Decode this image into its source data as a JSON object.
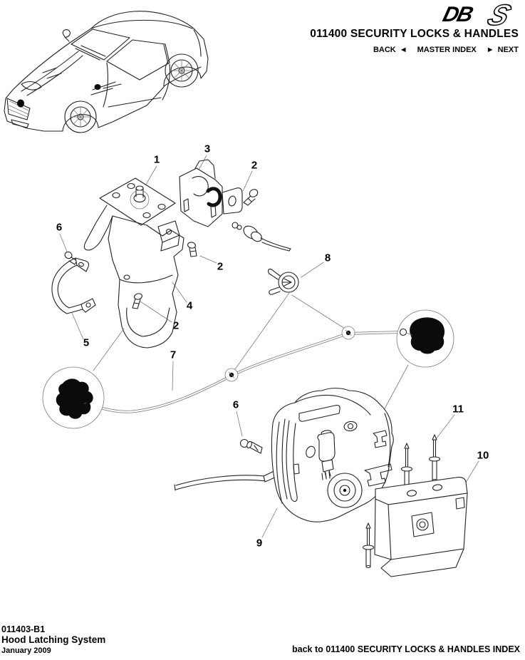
{
  "header": {
    "logo_db": "DB",
    "logo_s": "S",
    "section_title": "011400 SECURITY LOCKS & HANDLES",
    "nav": {
      "back_label": "BACK",
      "back_arrow": "◄",
      "master_index_label": "MASTER INDEX",
      "next_arrow": "►",
      "next_label": "NEXT"
    }
  },
  "diagram": {
    "callouts": [
      {
        "id": "1",
        "label": "1"
      },
      {
        "id": "3",
        "label": "3"
      },
      {
        "id": "2a",
        "label": "2"
      },
      {
        "id": "6a",
        "label": "6"
      },
      {
        "id": "2b",
        "label": "2"
      },
      {
        "id": "4",
        "label": "4"
      },
      {
        "id": "2c",
        "label": "2"
      },
      {
        "id": "5",
        "label": "5"
      },
      {
        "id": "8",
        "label": "8"
      },
      {
        "id": "7",
        "label": "7"
      },
      {
        "id": "6b",
        "label": "6"
      },
      {
        "id": "11",
        "label": "11"
      },
      {
        "id": "10",
        "label": "10"
      },
      {
        "id": "9",
        "label": "9"
      }
    ]
  },
  "footer": {
    "doc_number": "011403-B1",
    "doc_title": "Hood Latching System",
    "date": "January 2009",
    "back_link": "back to 011400 SECURITY LOCKS & HANDLES INDEX"
  }
}
